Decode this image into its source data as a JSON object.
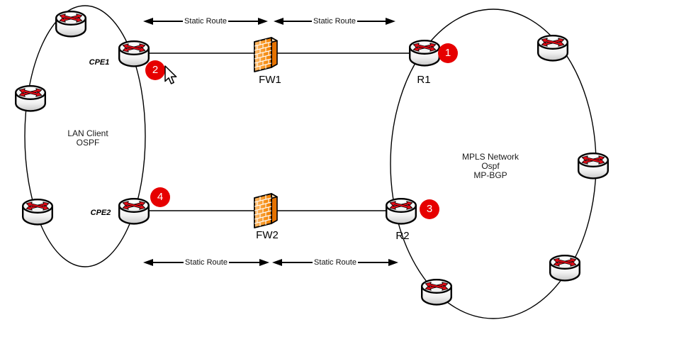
{
  "networks": {
    "lan": {
      "line1": "LAN Client",
      "line2": "OSPF"
    },
    "mpls": {
      "line1": "MPLS Network",
      "line2": "Ospf",
      "line3": "MP-BGP"
    }
  },
  "devices": {
    "cpe1": "CPE1",
    "cpe2": "CPE2",
    "r1": "R1",
    "r2": "R2",
    "fw1": "FW1",
    "fw2": "FW2"
  },
  "badges": {
    "step1": "1",
    "step2": "2",
    "step3": "3",
    "step4": "4"
  },
  "static_routes": {
    "top_left": "Static Route",
    "top_right": "Static Route",
    "bottom_left": "Static Route",
    "bottom_right": "Static Route"
  },
  "colors": {
    "badge": "#e60000",
    "badge_text": "#ffffff",
    "router_arrow": "#e30b17",
    "firewall_front": "#f6921e",
    "firewall_side": "#e57200",
    "firewall_top": "#fcd9ad",
    "stroke": "#000000"
  }
}
